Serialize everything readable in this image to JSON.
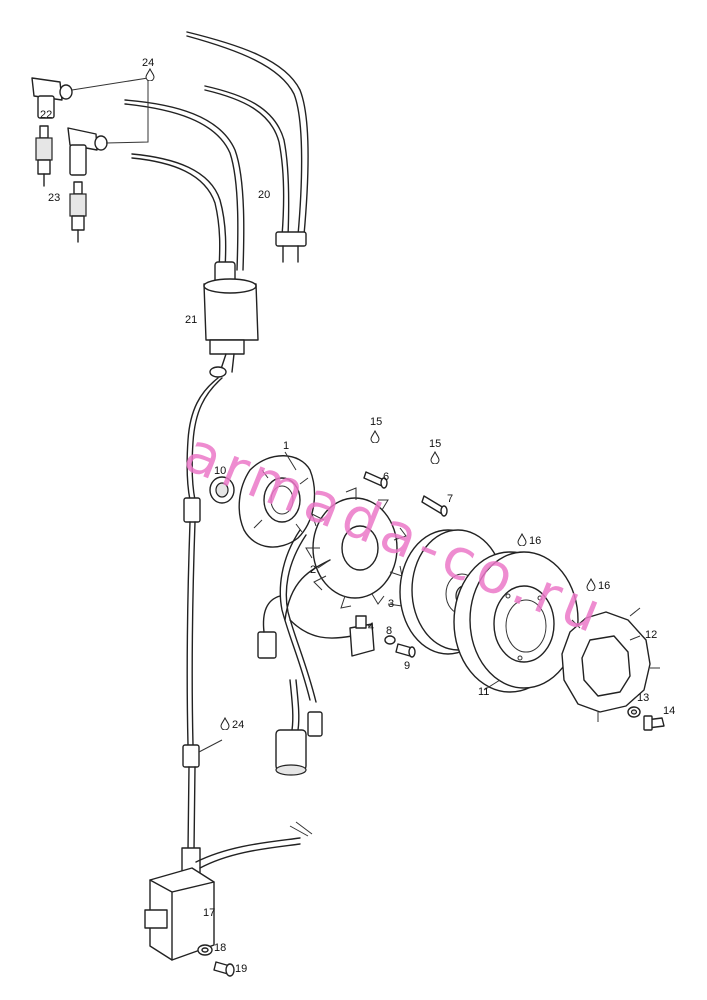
{
  "watermark": "armada-co.ru",
  "callouts": {
    "n1": "1",
    "n2": "2",
    "n3": "3",
    "n4": "4",
    "n6": "6",
    "n7": "7",
    "n8": "8",
    "n9": "9",
    "n10": "10",
    "n11": "11",
    "n12": "12",
    "n13": "13",
    "n14": "14",
    "n15a": "15",
    "n15b": "15",
    "n16a": "16",
    "n16b": "16",
    "n17": "17",
    "n18": "18",
    "n19": "19",
    "n20": "20",
    "n21": "21",
    "n22": "22",
    "n23": "23",
    "n24a": "24",
    "n24b": "24"
  },
  "icons": {
    "lubricant": "drop-icon"
  }
}
